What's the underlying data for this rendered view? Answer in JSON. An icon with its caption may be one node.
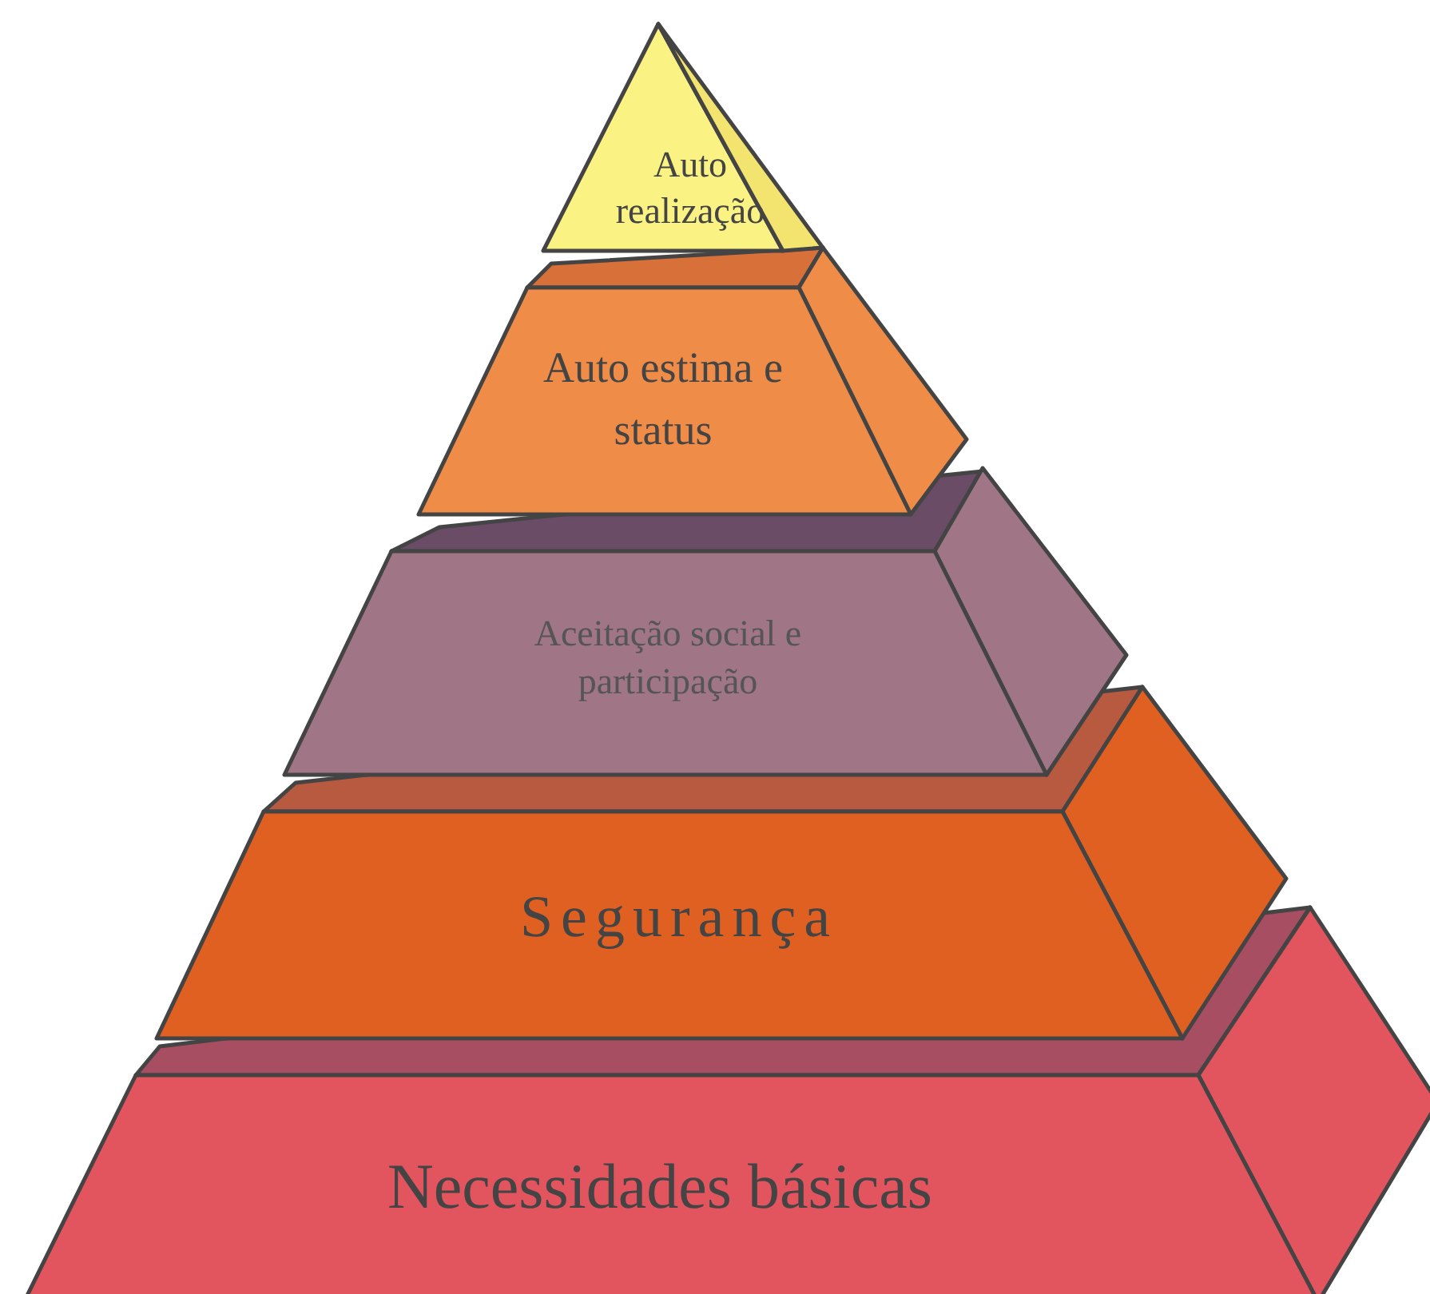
{
  "diagram": {
    "nodes": [
      {
        "text": [
          "Auto realização"
        ]
      },
      {
        "text": [
          "Auto estima e status"
        ]
      },
      {
        "text": [
          "Aceitação social e participação"
        ]
      },
      {
        "text": [
          "Segurança"
        ]
      },
      {
        "text": [
          "Necessidades básicas"
        ]
      }
    ]
  }
}
